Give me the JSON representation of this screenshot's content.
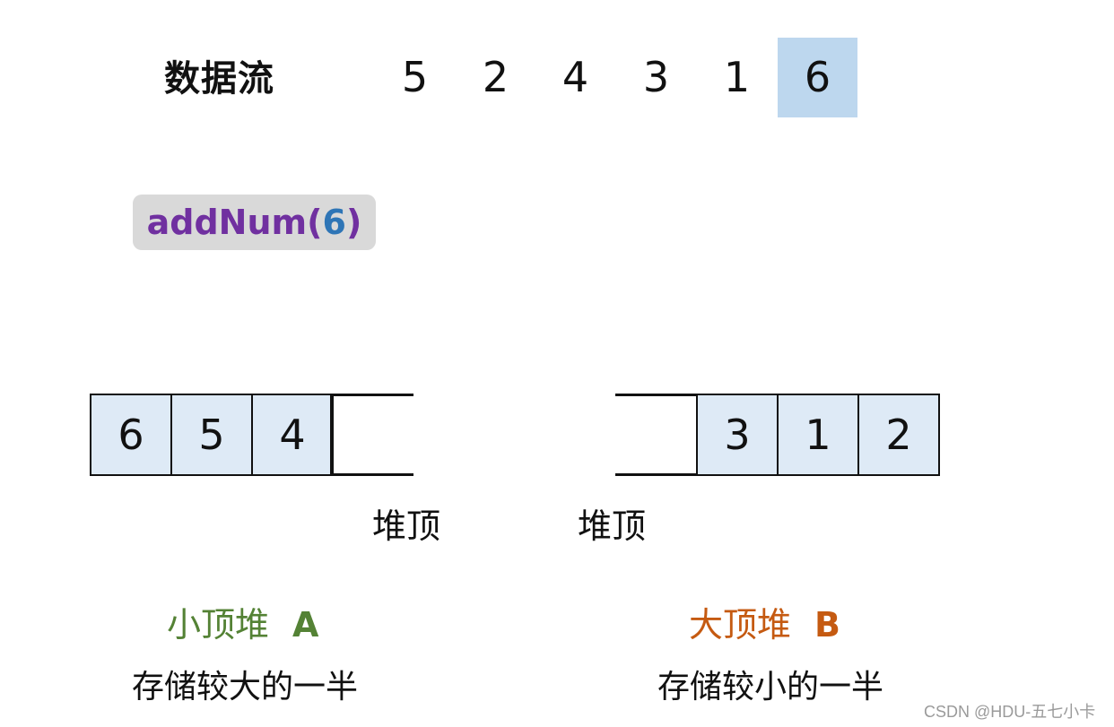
{
  "stream": {
    "label": "数据流",
    "values": [
      "5",
      "2",
      "4",
      "3",
      "1",
      "6"
    ],
    "highlighted_index": 5,
    "highlight_color": "#bdd7ee"
  },
  "operation": {
    "func": "addNum(",
    "arg": "6",
    "close": ")",
    "func_color": "#7030a0",
    "arg_color": "#2e75b6"
  },
  "heap_a": {
    "cells": [
      "6",
      "5",
      "4",
      ""
    ],
    "top_label": "堆顶",
    "name": "小顶堆",
    "letter": "A",
    "description": "存储较大的一半",
    "color": "#548235"
  },
  "heap_b": {
    "cells": [
      "",
      "3",
      "1",
      "2"
    ],
    "top_label": "堆顶",
    "name": "大顶堆",
    "letter": "B",
    "description": "存储较小的一半",
    "color": "#c55a11"
  },
  "watermark": "CSDN @HDU-五七小卡"
}
